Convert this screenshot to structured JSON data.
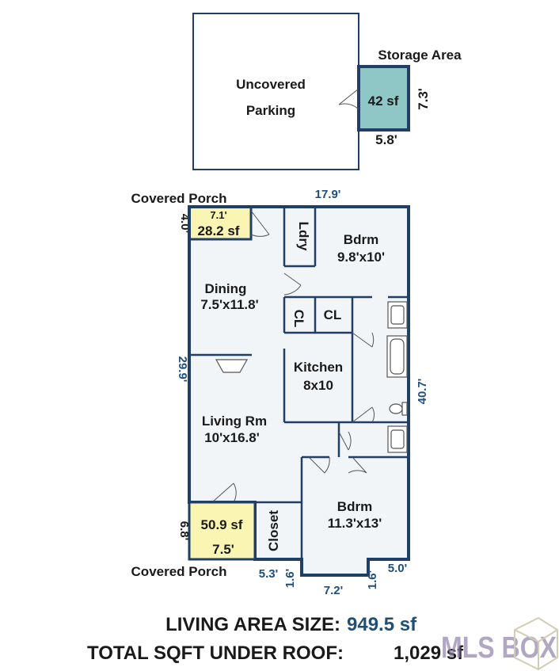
{
  "labels": {
    "storage_title": "Storage Area",
    "parking_line1": "Uncovered",
    "parking_line2": "Parking",
    "storage_area": "42 sf",
    "storage_height": "7.3'",
    "storage_width": "5.8'",
    "porch_top_title": "Covered Porch",
    "porch_top_width": "7.1'",
    "porch_top_area": "28.2 sf",
    "porch_top_depth": "4.0'",
    "overall_width": "17.9'",
    "laundry": "Ldry",
    "bdrm1_name": "Bdrm",
    "bdrm1_size": "9.8'x10'",
    "dining_name": "Dining",
    "dining_size": "7.5'x11.8'",
    "closet_small": "CL",
    "closet_hall": "CL",
    "kitchen_name": "Kitchen",
    "kitchen_size": "8x10",
    "left_depth": "29.9'",
    "right_depth": "40.7'",
    "living_name": "Living Rm",
    "living_size": "10'x16.8'",
    "porch_bottom_area": "50.9 sf",
    "porch_bottom_width": "7.5'",
    "porch_bottom_depth": "6.8'",
    "closet_large": "Closet",
    "bdrm2_name": "Bdrm",
    "bdrm2_size": "11.3'x13'",
    "porch_bottom_title": "Covered Porch",
    "dim_5_3": "5.3'",
    "dim_1_6_left": "1.6'",
    "dim_7_2": "7.2'",
    "dim_1_6_right": "1.6'",
    "dim_5_0": "5.0'"
  },
  "summary": {
    "living_label": "LIVING AREA SIZE:",
    "living_value": "949.5 sf",
    "total_label": "TOTAL SQFT UNDER ROOF:",
    "total_value": "1,029 sf"
  },
  "logo": {
    "text": "MLS BOX"
  },
  "colors": {
    "wall": "#1f3f66",
    "storage_fill": "#8fc6c6",
    "porch_fill": "#fbf5b4",
    "floor_fill": "#f2f5f8",
    "dimension_text": "#1f4e79"
  }
}
